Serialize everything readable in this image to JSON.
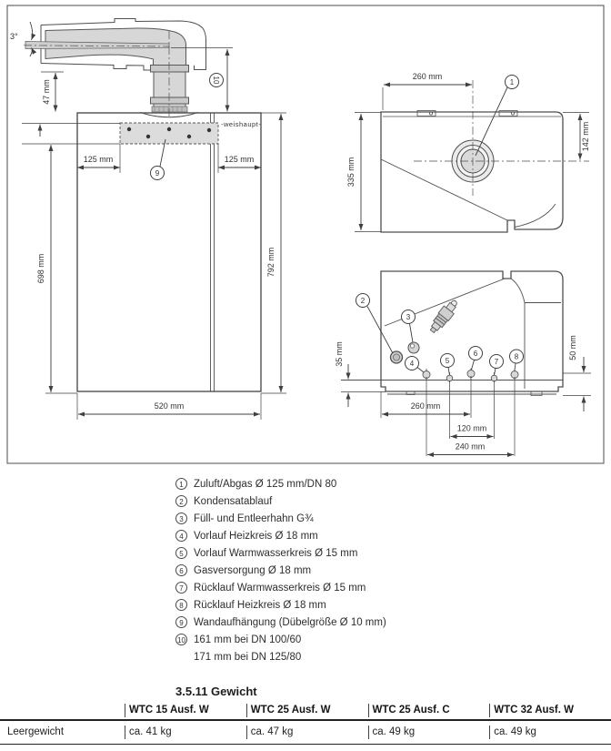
{
  "figure": {
    "watermark": "-weishaupt-",
    "front": {
      "angle": "3°",
      "dim47": "47 mm",
      "dim125l": "125 mm",
      "dim125r": "125 mm",
      "dim698": "698 mm",
      "dim792": "792 mm",
      "dim520": "520 mm",
      "c9": "9",
      "c10": "10"
    },
    "top": {
      "dim260": "260 mm",
      "dim335": "335 mm",
      "dim142": "142 mm",
      "c1": "1"
    },
    "bottom": {
      "dim35": "35 mm",
      "dim50": "50 mm",
      "dim260": "260 mm",
      "dim120": "120 mm",
      "dim240": "240 mm",
      "c2": "2",
      "c3": "3",
      "c4": "4",
      "c5": "5",
      "c6": "6",
      "c7": "7",
      "c8": "8"
    }
  },
  "legend": {
    "items": [
      {
        "num": "1",
        "text": "Zuluft/Abgas Ø 125 mm/DN 80"
      },
      {
        "num": "2",
        "text": "Kondensatablauf"
      },
      {
        "num": "3",
        "text": "Füll- und Entleerhahn G¾"
      },
      {
        "num": "4",
        "text": "Vorlauf Heizkreis Ø 18 mm"
      },
      {
        "num": "5",
        "text": "Vorlauf Warmwasserkreis Ø 15 mm"
      },
      {
        "num": "6",
        "text": "Gasversorgung Ø 18 mm"
      },
      {
        "num": "7",
        "text": "Rücklauf Warmwasserkreis Ø 15 mm"
      },
      {
        "num": "8",
        "text": "Rücklauf Heizkreis Ø 18 mm"
      },
      {
        "num": "9",
        "text": "Wandaufhängung (Dübelgröße Ø 10 mm)"
      },
      {
        "num": "10",
        "text": "161 mm bei DN 100/60",
        "text2": "171 mm bei DN 125/80"
      }
    ]
  },
  "section": {
    "heading": "3.5.11 Gewicht"
  },
  "weight_table": {
    "columns": [
      "WTC 15 Ausf. W",
      "WTC 25 Ausf. W",
      "WTC 25 Ausf. C",
      "WTC 32 Ausf. W"
    ],
    "rows": [
      {
        "label": "Leergewicht",
        "values": [
          "ca. 41 kg",
          "ca. 47 kg",
          "ca. 49 kg",
          "ca. 49 kg"
        ]
      }
    ]
  },
  "colors": {
    "line": "#4f4f4f",
    "dim_line": "#3f3f3f",
    "fill_gray": "#d7d7d7",
    "fill_light": "#eaeaea",
    "watermark": "#c4c4c4",
    "rule": "#222222"
  }
}
